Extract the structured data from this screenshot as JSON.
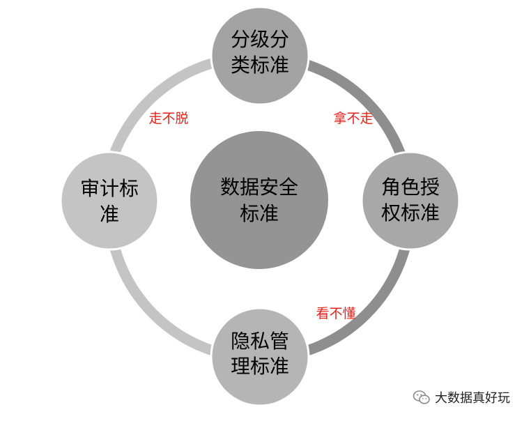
{
  "center": {
    "line1": "数据安全",
    "line2": "标准"
  },
  "nodes": {
    "top": {
      "line1": "分级分",
      "line2": "类标准"
    },
    "right": {
      "line1": "角色授",
      "line2": "权标准"
    },
    "bottom": {
      "line1": "隐私管",
      "line2": "理标准"
    },
    "left": {
      "line1": "审计标",
      "line2": "准"
    }
  },
  "edge_labels": {
    "top_left": "走不脱",
    "top_right": "拿不走",
    "bottom_right": "看不懂"
  },
  "watermark": {
    "icon": "wechat-icon",
    "text": "大数据真好玩"
  },
  "colors": {
    "ring_light": "#c4c4c4",
    "ring_dark": "#8e8e8e",
    "center_fill": "#949494",
    "node_top": "#a3a3a3",
    "node_right": "#a8a8a8",
    "node_bottom": "#b5b5b5",
    "node_left": "#c4c4c4",
    "edge_text": "#e8221b",
    "node_border": "#ffffff"
  }
}
